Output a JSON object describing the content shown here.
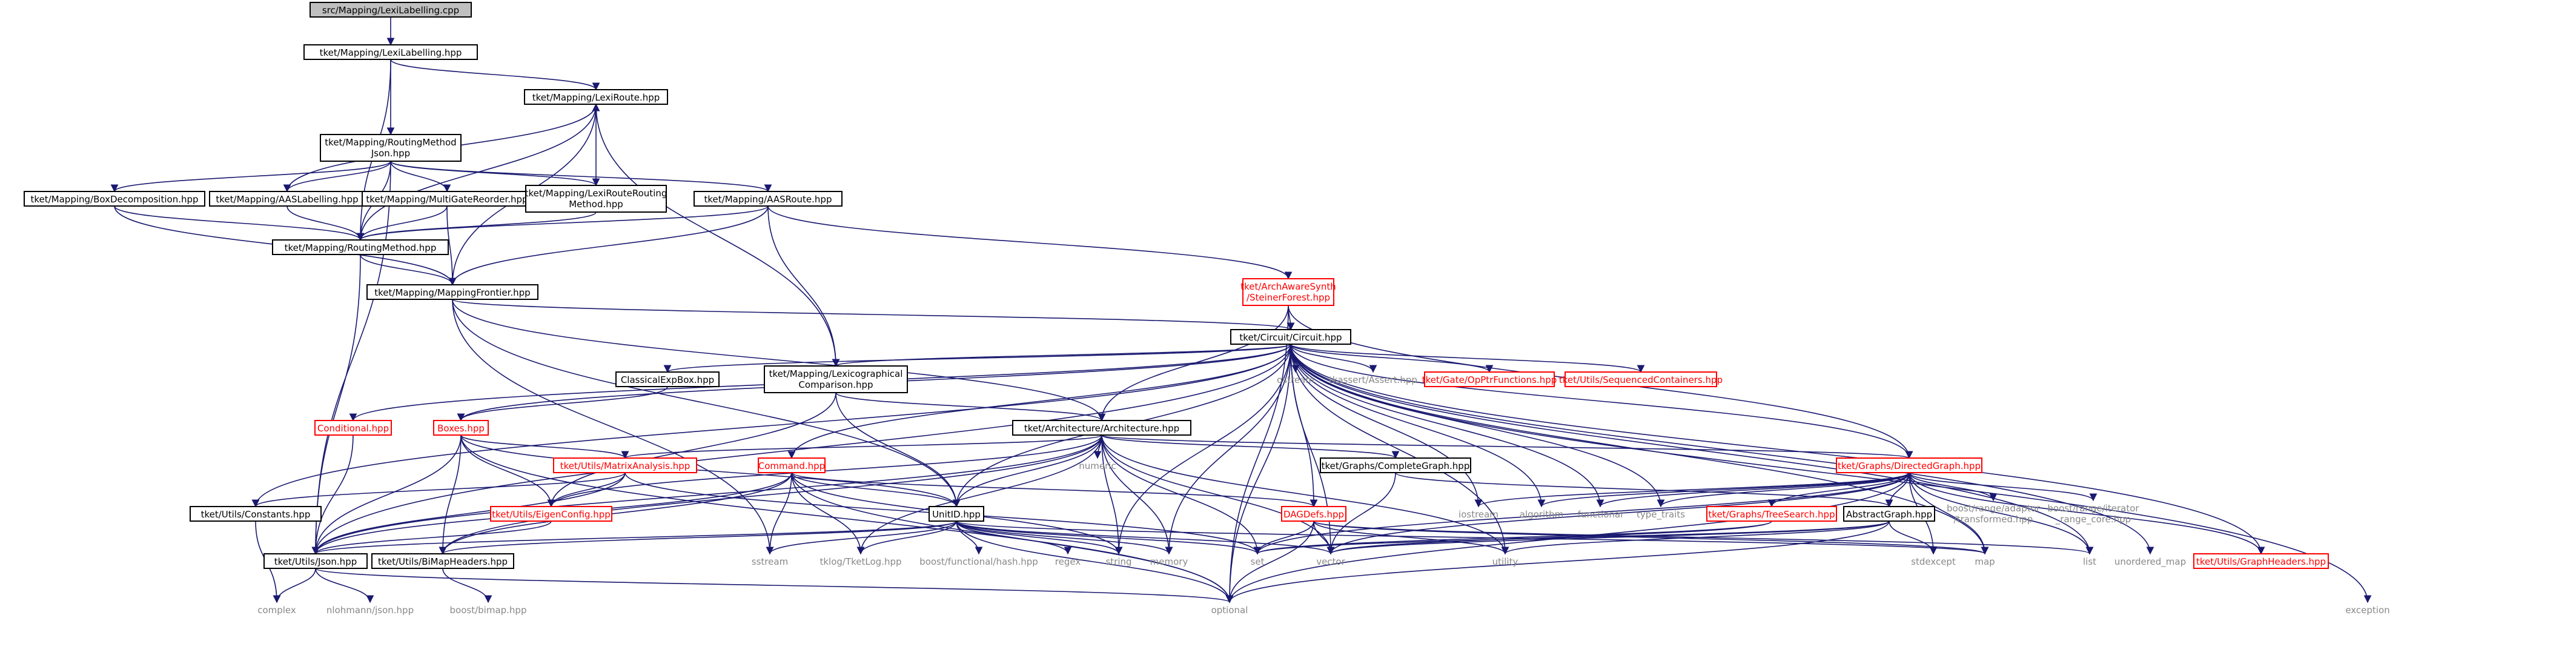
{
  "colors": {
    "edge": "#191970",
    "root_fill": "#bfbfbf",
    "truncated_border": "#ff0000",
    "system_text": "#888888"
  },
  "nodes": {
    "root": "src/Mapping/LexiLabelling.cpp",
    "lexilabelling_hpp": "tket/Mapping/LexiLabelling.hpp",
    "lexiroute_hpp": "tket/Mapping/LexiRoute.hpp",
    "routingmethodjson_l1": "tket/Mapping/RoutingMethod",
    "routingmethodjson_l2": "Json.hpp",
    "boxdecomposition_hpp": "tket/Mapping/BoxDecomposition.hpp",
    "aaslabelling_hpp": "tket/Mapping/AASLabelling.hpp",
    "multigatereorder_hpp": "tket/Mapping/MultiGateReorder.hpp",
    "lexirouteroutingmethod_l1": "tket/Mapping/LexiRouteRouting",
    "lexirouteroutingmethod_l2": "Method.hpp",
    "aasroute_hpp": "tket/Mapping/AASRoute.hpp",
    "routingmethod_hpp": "tket/Mapping/RoutingMethod.hpp",
    "mappingfrontier_hpp": "tket/Mapping/MappingFrontier.hpp",
    "steinerforest_l1": "tket/ArchAwareSynth",
    "steinerforest_l2": "/SteinerForest.hpp",
    "circuit_hpp": "tket/Circuit/Circuit.hpp",
    "classicalexpbox_hpp": "ClassicalExpBox.hpp",
    "lexicographical_l1": "tket/Mapping/Lexicographical",
    "lexicographical_l2": "Comparison.hpp",
    "ostream": "ostream",
    "assert_hpp": "tkassert/Assert.hpp",
    "opptrfunctions_hpp": "tket/Gate/OpPtrFunctions.hpp",
    "sequencedcontainers_hpp": "tket/Utils/SequencedContainers.hpp",
    "conditional_hpp": "Conditional.hpp",
    "boxes_hpp": "Boxes.hpp",
    "architecture_hpp": "tket/Architecture/Architecture.hpp",
    "matrixanalysis_hpp": "tket/Utils/MatrixAnalysis.hpp",
    "command_hpp": "Command.hpp",
    "numeric": "numeric",
    "completegraph_hpp": "tket/Graphs/CompleteGraph.hpp",
    "directedgraph_hpp": "tket/Graphs/DirectedGraph.hpp",
    "constants_hpp": "tket/Utils/Constants.hpp",
    "eigenconfig_hpp": "tket/Utils/EigenConfig.hpp",
    "unitid_hpp": "UnitID.hpp",
    "dagdefs_hpp": "DAGDefs.hpp",
    "iostream": "iostream",
    "algorithm": "algorithm",
    "functional": "functional",
    "type_traits": "type_traits",
    "treesearch_hpp": "tket/Graphs/TreeSearch.hpp",
    "abstractgraph_hpp": "AbstractGraph.hpp",
    "adaptor_l1": "boost/range/adaptor",
    "adaptor_l2": "/transformed.hpp",
    "rangecore_l1": "boost/range/iterator",
    "rangecore_l2": "_range_core.hpp",
    "json_hpp": "tket/Utils/Json.hpp",
    "bimapheaders_hpp": "tket/Utils/BiMapHeaders.hpp",
    "sstream": "sstream",
    "tketlog_hpp": "tklog/TketLog.hpp",
    "functional_hash_hpp": "boost/functional/hash.hpp",
    "regex": "regex",
    "string": "string",
    "memory": "memory",
    "set": "set",
    "vector": "vector",
    "utility": "utility",
    "stdexcept": "stdexcept",
    "map": "map",
    "list": "list",
    "unordered_map": "unordered_map",
    "graphheaders_hpp": "tket/Utils/GraphHeaders.hpp",
    "complex": "complex",
    "nlohmann_json_hpp": "nlohmann/json.hpp",
    "boost_bimap_hpp": "boost/bimap.hpp",
    "optional": "optional",
    "exception": "exception"
  }
}
